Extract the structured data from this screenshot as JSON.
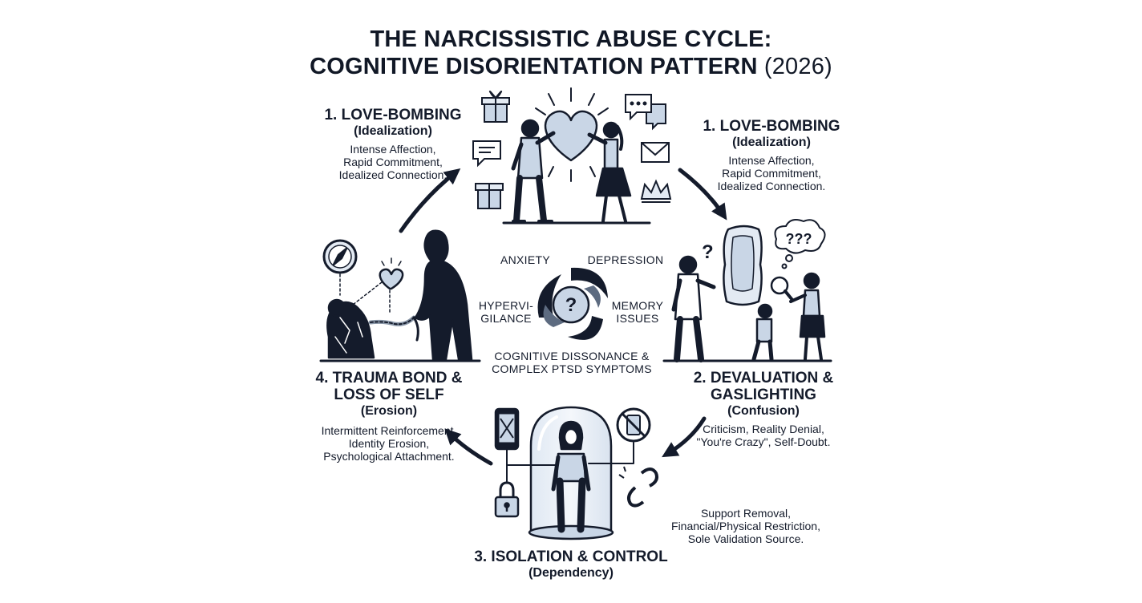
{
  "title": {
    "line1": "THE NARCISSISTIC ABUSE CYCLE:",
    "line2": "COGNITIVE DISORIENTATION PATTERN",
    "year": "(2026)"
  },
  "stage1_left": {
    "heading": "1. LOVE-BOMBING",
    "sub": "(Idealization)",
    "desc1": "Intense Affection,",
    "desc2": "Rapid Commitment,",
    "desc3": "Idealized Connection."
  },
  "stage1_right": {
    "heading": "1. LOVE-BOMBING",
    "sub": "(Idealization)",
    "desc1": "Intense Affection,",
    "desc2": "Rapid Commitment,",
    "desc3": "Idealized Connection."
  },
  "stage2": {
    "heading1": "2. DEVALUATION &",
    "heading2": "GASLIGHTING",
    "sub": "(Confusion)",
    "desc1": "Criticism, Reality Denial,",
    "desc2": "\"You're Crazy\", Self-Doubt."
  },
  "stage3": {
    "heading": "3. ISOLATION & CONTROL",
    "sub": "(Dependency)",
    "desc1": "Support Removal,",
    "desc2": "Financial/Physical Restriction,",
    "desc3": "Sole Validation Source."
  },
  "stage4": {
    "heading1": "4. TRAUMA BOND &",
    "heading2": "LOSS OF SELF",
    "sub": "(Erosion)",
    "desc1": "Intermittent Reinforcement,",
    "desc2": "Identity Erosion,",
    "desc3": "Psychological Attachment."
  },
  "center": {
    "anxiety": "ANXIETY",
    "depression": "DEPRESSION",
    "hyper1": "HYPERVI-",
    "hyper2": "GILANCE",
    "memory1": "MEMORY",
    "memory2": "ISSUES",
    "question": "?",
    "caption1": "COGNITIVE DISSONANCE &",
    "caption2": "COMPLEX PTSD SYMPTOMS"
  },
  "confusion_bubble": "???",
  "confusion_mark": "?",
  "colors": {
    "ink": "#141b2b",
    "fill": "#c9d6e6",
    "fill_light": "#e3eaf3"
  },
  "icons": [
    "gift-icon",
    "chat-icon",
    "envelope-icon",
    "crown-icon",
    "heart-icon",
    "compass-icon",
    "mirror-icon",
    "magnifier-icon",
    "phone-blocked-icon",
    "no-phone-icon",
    "lock-icon",
    "broken-chain-icon",
    "spiral-icon",
    "bell-jar-icon"
  ]
}
